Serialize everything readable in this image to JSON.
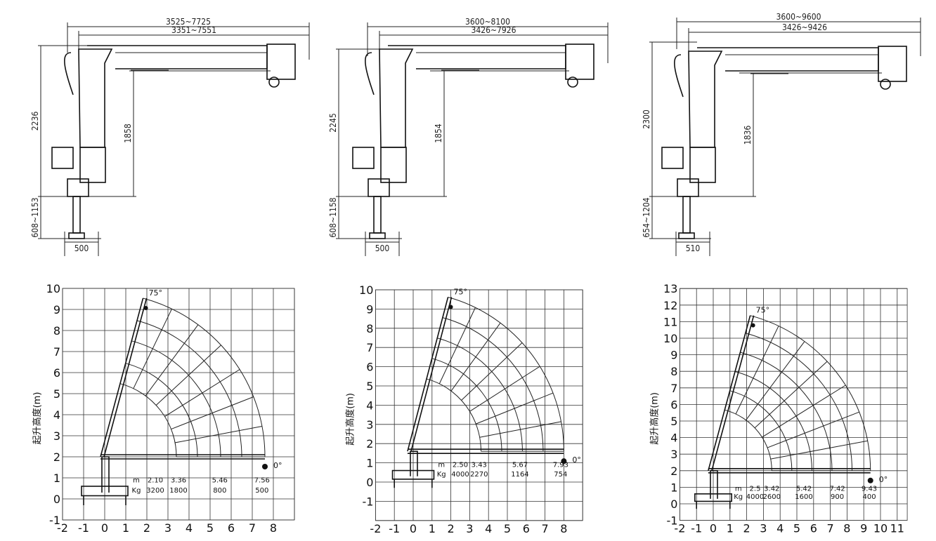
{
  "drawings": [
    {
      "overall_length": "3525~7725",
      "boom_length": "3351~7551",
      "total_height": "2236",
      "boom_height": "1858",
      "leg_height": "608~1153",
      "leg_width": "500"
    },
    {
      "overall_length": "3600~8100",
      "boom_length": "3426~7926",
      "total_height": "2245",
      "boom_height": "1854",
      "leg_height": "608~1158",
      "leg_width": "500"
    },
    {
      "overall_length": "3600~9600",
      "boom_length": "3426~9426",
      "total_height": "2300",
      "boom_height": "1836",
      "leg_height": "654~1204",
      "leg_width": "510"
    }
  ],
  "chart_data": [
    {
      "type": "diagram-load-chart",
      "ylabel": "起升高度(m)",
      "x_ticks": [
        "-2",
        "-1",
        "0",
        "1",
        "2",
        "3",
        "4",
        "5",
        "6",
        "7",
        "8"
      ],
      "y_ticks": [
        "-1",
        "0",
        "1",
        "2",
        "3",
        "4",
        "5",
        "6",
        "7",
        "8",
        "9",
        "10"
      ],
      "xlim": [
        -2,
        9
      ],
      "ylim": [
        -1,
        10
      ],
      "max_angle_label": "75°",
      "min_angle_label": "0°",
      "pivot": [
        -0.2,
        2.0
      ],
      "working_radii_m": [
        3.6,
        4.6,
        5.7,
        6.7,
        7.8
      ],
      "table": {
        "radius_unit": "m",
        "load_unit": "Kg",
        "radius_m": [
          "2.10",
          "3.36",
          "5.46",
          "7.56"
        ],
        "load_kg": [
          "3200",
          "1800",
          "800",
          "500"
        ]
      }
    },
    {
      "type": "diagram-load-chart",
      "ylabel": "起升高度(m)",
      "x_ticks": [
        "-2",
        "-1",
        "0",
        "1",
        "2",
        "3",
        "4",
        "5",
        "6",
        "7",
        "8"
      ],
      "y_ticks": [
        "-1",
        "0",
        "1",
        "2",
        "3",
        "4",
        "5",
        "6",
        "7",
        "8",
        "9",
        "10"
      ],
      "xlim": [
        -2,
        9
      ],
      "ylim": [
        -2,
        10
      ],
      "max_angle_label": "75°",
      "min_angle_label": "0°",
      "pivot": [
        -0.3,
        1.6
      ],
      "working_radii_m": [
        3.9,
        5.0,
        6.1,
        7.2,
        8.3
      ],
      "table": {
        "radius_unit": "m",
        "load_unit": "Kg",
        "radius_m": [
          "2.50",
          "3.43",
          "5.67",
          "7.93"
        ],
        "load_kg": [
          "4000",
          "2270",
          "1164",
          "754"
        ]
      }
    },
    {
      "type": "diagram-load-chart",
      "ylabel": "起升高度(m)",
      "x_ticks": [
        "-2",
        "-1",
        "0",
        "1",
        "2",
        "3",
        "4",
        "5",
        "6",
        "7",
        "8",
        "9",
        "10",
        "11"
      ],
      "y_ticks": [
        "-1",
        "0",
        "1",
        "2",
        "3",
        "4",
        "5",
        "6",
        "7",
        "8",
        "9",
        "10",
        "11",
        "12",
        "13"
      ],
      "xlim": [
        -2,
        11.6
      ],
      "ylim": [
        -1,
        13
      ],
      "max_angle_label": "75°",
      "min_angle_label": "0°",
      "pivot": [
        -0.3,
        2.0
      ],
      "working_radii_m": [
        3.8,
        5.0,
        6.2,
        7.4,
        8.6,
        9.7
      ],
      "table": {
        "radius_unit": "m",
        "load_unit": "Kg",
        "radius_m": [
          "2.5",
          "3.42",
          "5.42",
          "7.42",
          "9.43"
        ],
        "load_kg": [
          "4000",
          "2600",
          "1600",
          "900",
          "400"
        ]
      }
    }
  ]
}
